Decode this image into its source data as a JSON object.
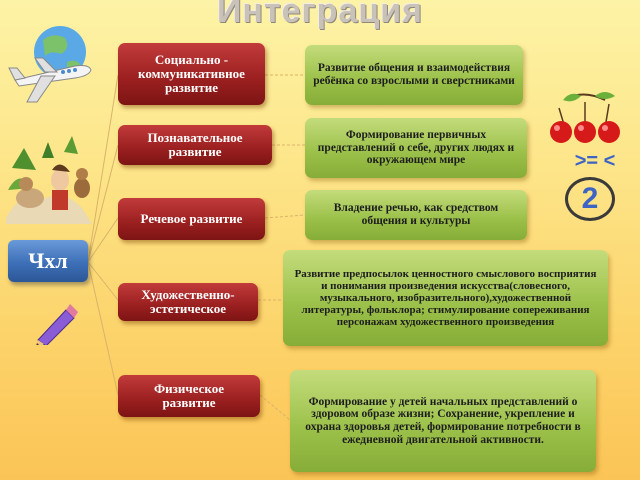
{
  "title": "Интеграция",
  "center": {
    "label": "Чхл"
  },
  "areas": [
    {
      "label": "Социально - коммуникативное развитие",
      "description": "Развитие общения и взаимодействия ребёнка со взрослыми и сверстниками"
    },
    {
      "label": "Познавательное развитие",
      "description": "Формирование первичных представлений о себе, других людях и окружающем мире"
    },
    {
      "label": "Речевое развитие",
      "description": "Владение речью, как средством общения и культуры"
    },
    {
      "label": "Художественно-эстетическое",
      "description": "Развитие предпосылок ценностного смыслового восприятия и понимания произведения искусства(словесного, музыкального, изобразительного),художественной литературы, фольклора; стимулирование сопереживания персонажам художественного произведения"
    },
    {
      "label": "Физическое развитие",
      "description": "Формирование у детей начальных представлений о здоровом образе жизни; Сохранение, укрепление и охрана здоровья детей, формирование потребности в ежедневной двигательной активности."
    }
  ],
  "side": {
    "symbols": ">= <",
    "number": "2"
  },
  "icons": [
    "airplane-icon",
    "fairy-tale-characters-icon",
    "pencil-icon",
    "cherries-icon"
  ],
  "colors": {
    "red": "#9a1f1f",
    "green": "#9dc24c",
    "blue": "#3d6fb8"
  }
}
